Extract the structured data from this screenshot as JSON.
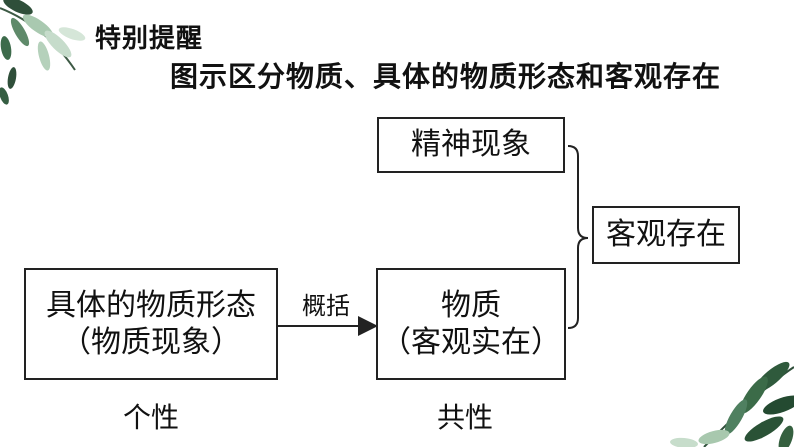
{
  "heading": {
    "reminder": "特别提醒",
    "subtitle": "图示区分物质、具体的物质形态和客观存在"
  },
  "nodes": {
    "spirit": "精神现象",
    "objective_existence": "客观存在",
    "specific_forms_line1": "具体的物质形态",
    "specific_forms_line2": "（物质现象）",
    "matter_line1": "物质",
    "matter_line2": "（客观实在）"
  },
  "edges": {
    "generalize": "概括"
  },
  "captions": {
    "individuality": "个性",
    "commonality": "共性"
  },
  "decorations": [
    "leaf-branch-top-left",
    "leaf-branch-bottom-right"
  ]
}
